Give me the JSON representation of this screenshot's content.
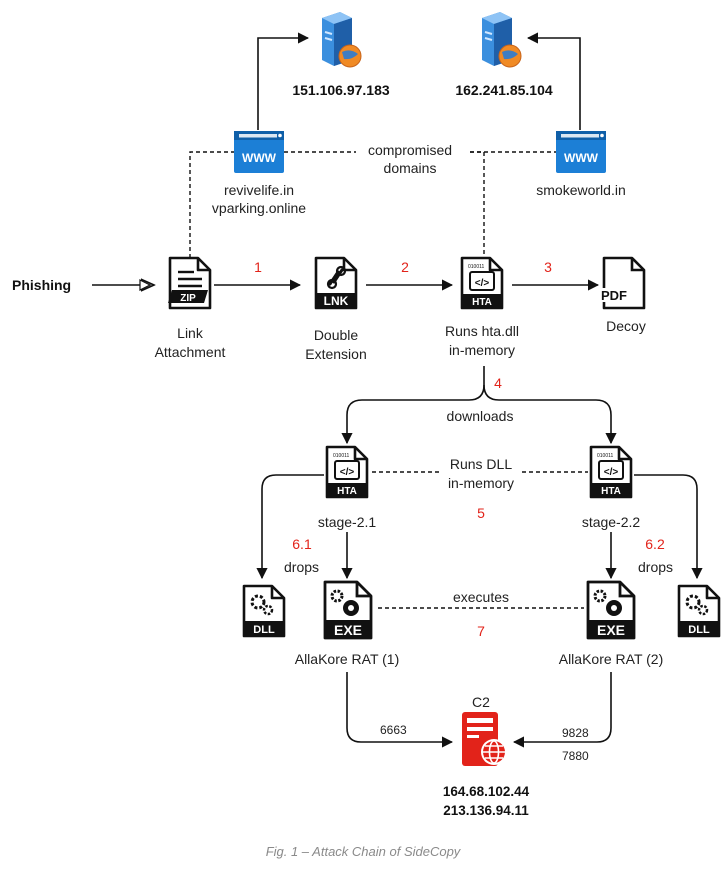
{
  "colors": {
    "step_number": "#e2231a",
    "c2_server": "#e2231a",
    "www_icon": "#1c7fd6",
    "globe": "#f08a24",
    "server_blue": "#3b8fde"
  },
  "icons": {
    "zip": "zip-file-icon",
    "lnk": "lnk-file-icon",
    "hta": "hta-file-icon",
    "pdf": "pdf-file-icon",
    "dll": "dll-file-icon",
    "exe": "exe-file-icon",
    "www": "www-browser-icon",
    "server": "web-server-icon",
    "c2": "c2-server-icon"
  },
  "phishing": "Phishing",
  "servers": {
    "left_ip": "151.106.97.183",
    "right_ip": "162.241.85.104"
  },
  "domains": {
    "left_line1": "revivelife.in",
    "left_line2": "vparking.online",
    "right": "smokeworld.in",
    "shared_line1": "compromised",
    "shared_line2": "domains"
  },
  "nodes": {
    "zip_line1": "Link",
    "zip_line2": "Attachment",
    "lnk_line1": "Double",
    "lnk_line2": "Extension",
    "hta_line1": "Runs hta.dll",
    "hta_line2": "in-memory",
    "pdf": "Decoy",
    "stage21": "stage-2.1",
    "stage22": "stage-2.2",
    "rat1": "AllaKore RAT (1)",
    "rat2": "AllaKore RAT (2)",
    "c2": "C2",
    "c2_ip1": "164.68.102.44",
    "c2_ip2": "213.136.94.11"
  },
  "icon_text": {
    "www": "WWW",
    "zip": "ZIP",
    "lnk": "LNK",
    "hta": "HTA",
    "pdf": "PDF",
    "dll": "DLL",
    "exe": "EXE",
    "binary": "010011"
  },
  "edges": {
    "downloads": "downloads",
    "runs_dll_line1": "Runs DLL",
    "runs_dll_line2": "in-memory",
    "drops_left": "drops",
    "drops_right": "drops",
    "executes": "executes",
    "port_left": "6663",
    "port_right1": "9828",
    "port_right2": "7880"
  },
  "steps": {
    "s1": "1",
    "s2": "2",
    "s3": "3",
    "s4": "4",
    "s5": "5",
    "s61": "6.1",
    "s62": "6.2",
    "s7": "7"
  },
  "caption": "Fig. 1 – Attack Chain of SideCopy"
}
